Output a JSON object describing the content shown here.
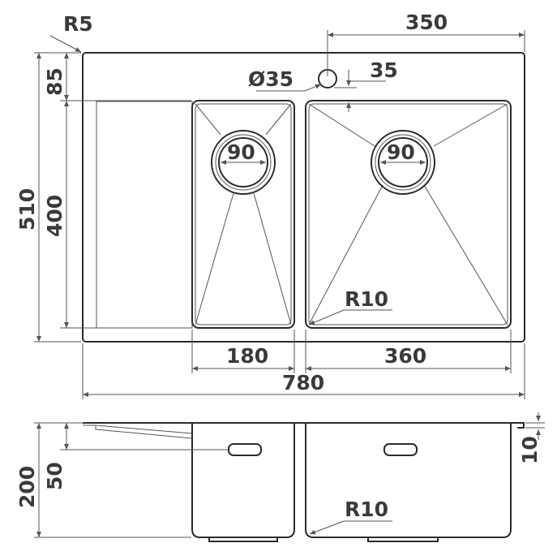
{
  "drawing": {
    "labels": {
      "r5": "R5",
      "w350": "350",
      "d35": "Ø35",
      "o35": "35",
      "h85": "85",
      "h510": "510",
      "h400": "400",
      "drain_left": "90",
      "drain_right": "90",
      "r10_top": "R10",
      "w180": "180",
      "w360": "360",
      "w780": "780",
      "h200": "200",
      "h50": "50",
      "h10": "10",
      "r10_side": "R10"
    }
  },
  "colors": {
    "stroke": "#2b2b2b",
    "text": "#3a3a3a",
    "dimension": "#555555"
  }
}
